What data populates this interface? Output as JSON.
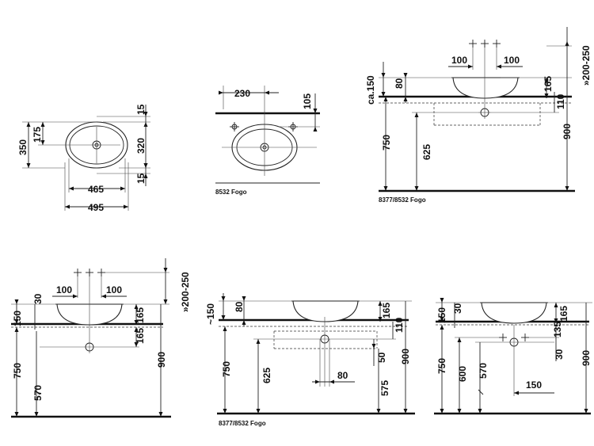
{
  "top_view": {
    "dim_350": "350",
    "dim_175": "175",
    "dim_15_top": "15",
    "dim_320": "320",
    "dim_15_bottom": "15",
    "dim_465": "465",
    "dim_495": "495"
  },
  "top_view_tap": {
    "dim_230": "230",
    "dim_105": "105",
    "caption": "8532 Fogo"
  },
  "elevation_top_right": {
    "dim_100_left": "100",
    "dim_100_right": "100",
    "dim_200_250": "»200-250",
    "dim_ca150": "ca.150",
    "dim_80": "80",
    "dim_165": "165",
    "dim_110": "110",
    "dim_750": "750",
    "dim_625": "625",
    "dim_900": "900",
    "caption": "8377/8532 Fogo"
  },
  "elevation_bottom_left": {
    "dim_100_left": "100",
    "dim_100_right": "100",
    "dim_200_250": "»200-250",
    "dim_30": "30",
    "dim_150": "150",
    "dim_165_a": "165",
    "dim_165_b": "165",
    "dim_750": "750",
    "dim_570": "570",
    "dim_900": "900"
  },
  "elevation_bottom_mid": {
    "dim_150": "~150",
    "dim_80_top": "80",
    "dim_165": "165",
    "dim_110": "110",
    "dim_50": "50",
    "dim_750": "750",
    "dim_625": "625",
    "dim_80_bottom": "80",
    "dim_575": "575",
    "dim_900": "900",
    "caption": "8377/8532 Fogo"
  },
  "elevation_bottom_right": {
    "dim_150": "150",
    "dim_30": "30",
    "dim_165": "165",
    "dim_135": "135",
    "dim_30_b": "30",
    "dim_750": "750",
    "dim_600": "600",
    "dim_570": "570",
    "dim_150_b": "150",
    "dim_900": "900"
  }
}
